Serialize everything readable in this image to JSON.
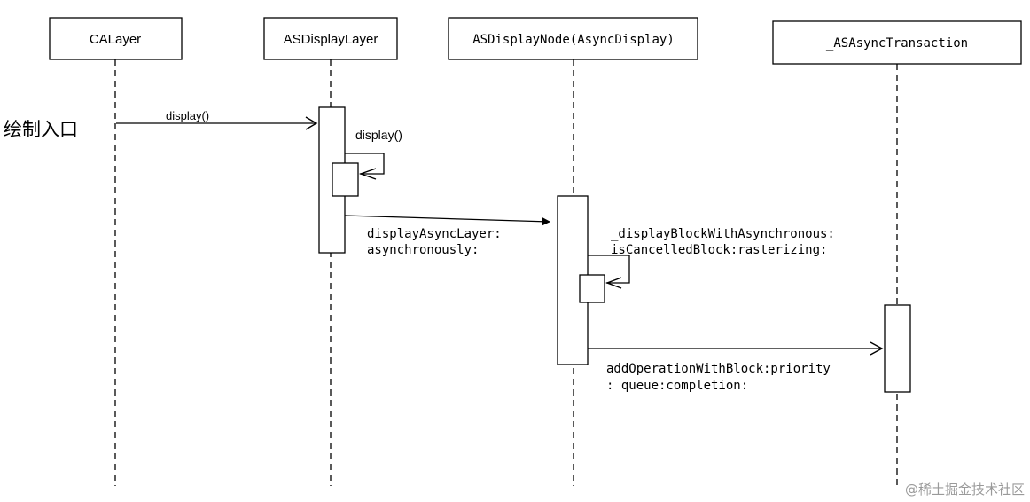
{
  "participants": [
    {
      "id": "calayer",
      "label": "CALayer"
    },
    {
      "id": "asdisplaylayer",
      "label": "ASDisplayLayer"
    },
    {
      "id": "asdisplaynode",
      "label": "ASDisplayNode(AsyncDisplay)"
    },
    {
      "id": "asasynctransaction",
      "label": "_ASAsyncTransaction"
    }
  ],
  "entry_label": "绘制入口",
  "messages": {
    "display_call": "display()",
    "self_display": "display()",
    "display_async_layer": [
      "displayAsyncLayer:",
      "asynchronously:"
    ],
    "display_block": [
      "_displayBlockWithAsynchronous:",
      "isCancelledBlock:rasterizing:"
    ],
    "add_operation": [
      "addOperationWithBlock:priority",
      ": queue:completion:"
    ]
  },
  "watermark": "@稀土掘金技术社区"
}
